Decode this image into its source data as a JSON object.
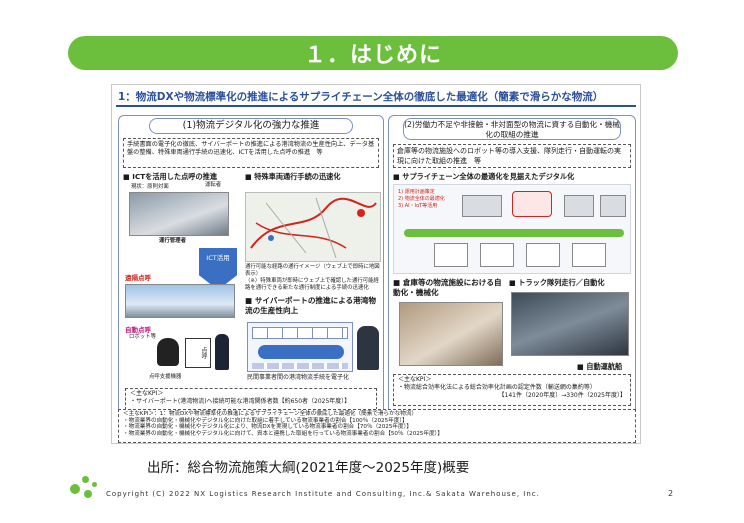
{
  "title": "１．はじめに",
  "slide": {
    "heading": "1：物流DXや物流標準化の推進によるサプライチェーン全体の徹底した最適化（簡素で滑らかな物流）",
    "left": {
      "title": "(1)物流デジタル化の強力な推進",
      "intro": "手続書面の電子化の徹底、サイバーポートの推進による港湾物流の生産性向上、データ基盤の整備、特殊車両通行手続の迅速化、ICTを活用した点呼の推進　等",
      "ict_point": "■ ICTを活用した点呼の推進",
      "special_vehicle": "■ 特殊車両通行手続の迅速化",
      "driver_label": "運転者",
      "current_label": "現状：原則対面",
      "manager_label": "運行管理者",
      "ict_arrow": "ICT活用",
      "remote_call": "遠隔点呼",
      "auto_call": "自動点呼",
      "robot_label": "ロボット等",
      "call_device": "点呼支援機器",
      "map_caption": "通行可能な経路の通行イメージ（ウェブ上で即時に地図表示）",
      "map_note": "（※）特殊車両が即時にウェブ上で確認した通行可能経路を通行できる新たな通行制度による手続の迅速化",
      "cyberport": "■ サイバーポートの推進による港湾物流の生産性向上",
      "cyberport_caption": "民間事業者間の港湾物流手続を電子化",
      "kpi_head": "＜主なKPI＞",
      "kpi_text": "・サイバーポート(港湾物流)へ接続可能な港湾関係者数【約650者（2025年度）】"
    },
    "right": {
      "title": "(2)労働力不足や非接触・非対面型の物流に資する自動化・機械化の取組の推進",
      "intro": "倉庫等の物流施設へのロボット等の導入支援、隊列走行・自動運転の実現に向けた取組の推進　等",
      "supply_chain": "■ サプライチェーン全体の最適化を見据えたデジタル化",
      "warehouse": "■ 倉庫等の物流施設における自動化・機械化",
      "truck": "■ トラック隊列走行／自動化",
      "ship": "■ 自動運航船",
      "kpi_head": "＜主なKPI＞",
      "kpi_text": "・物流総合効率化法による総合効率化計画の認定件数（輸送網の集約等）",
      "kpi_value": "【141件（2020年度）→330件（2025年度）】"
    },
    "footer": {
      "line1": "＜主なKPI＞：1：物流DXや物流標準化の推進によるサプライチェーン全体の徹底した最適化（簡素で滑らかな物流）",
      "line2": "・物流業界の自動化・機械化やデジタル化に向けた取組に着手している物流事業者の割合【100％（2025年度）】",
      "line3": "・物流業界の自動化・機械化やデジタル化により、物流DXを実現している物流事業者の割合【70％（2025年度）】",
      "line4": "・物流業界の自動化・機械化やデジタル化に向けて、資本と連携した取組を行っている物流事業者の割合【50％（2025年度）】"
    }
  },
  "source": "出所：総合物流施策大綱(2021年度〜2025年度)概要",
  "copyright": "Copyright (C) 2022 NX Logistics Research Institute and Consulting, Inc.& Sakata Warehouse, Inc.",
  "page_number": "2",
  "colors": {
    "accent": "#6cbf3c",
    "heading_blue": "#2a4f9c",
    "panel_border": "#7a8fc8"
  }
}
